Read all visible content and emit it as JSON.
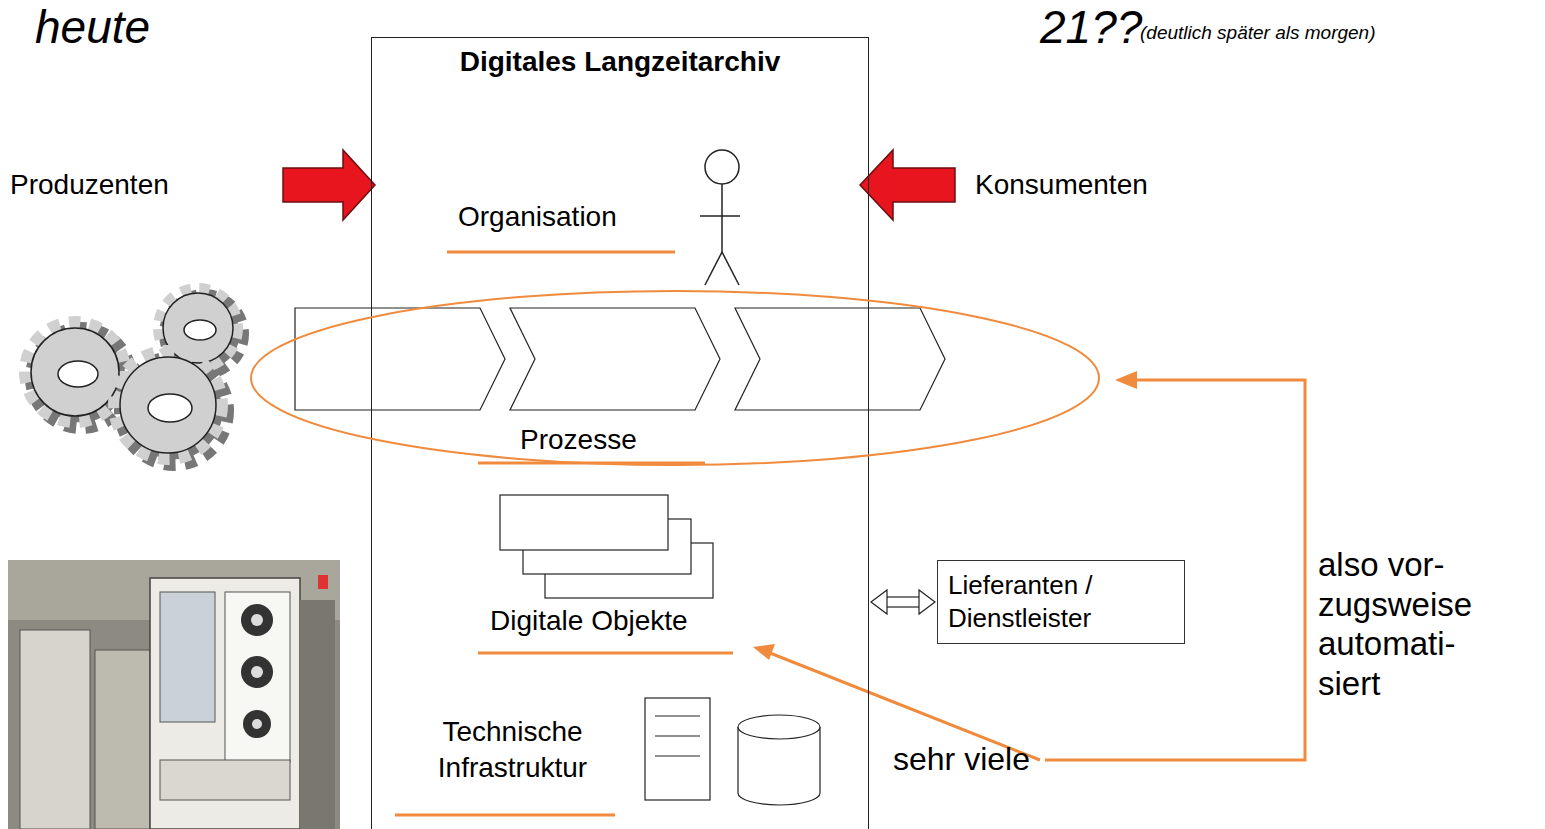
{
  "diagram": {
    "nodes": [
      {
        "text": [
          "Digitales Langzeitarchiv"
        ]
      },
      {
        "text": [
          "Prozesse"
        ]
      },
      {
        "text": [
          "Lieferanten / Dienstleister"
        ]
      }
    ],
    "edges": [
      {
        "from": 0,
        "to": 2,
        "arrow": "both"
      }
    ],
    "labels": [
      "heute",
      "21??",
      "(deutlich später als morgen)",
      "Produzenten",
      "Konsumenten",
      "Organisation",
      "Digitale Objekte",
      "Technische Infrastruktur",
      "sehr viele",
      "also vor- zugsweise automati- siert"
    ]
  }
}
